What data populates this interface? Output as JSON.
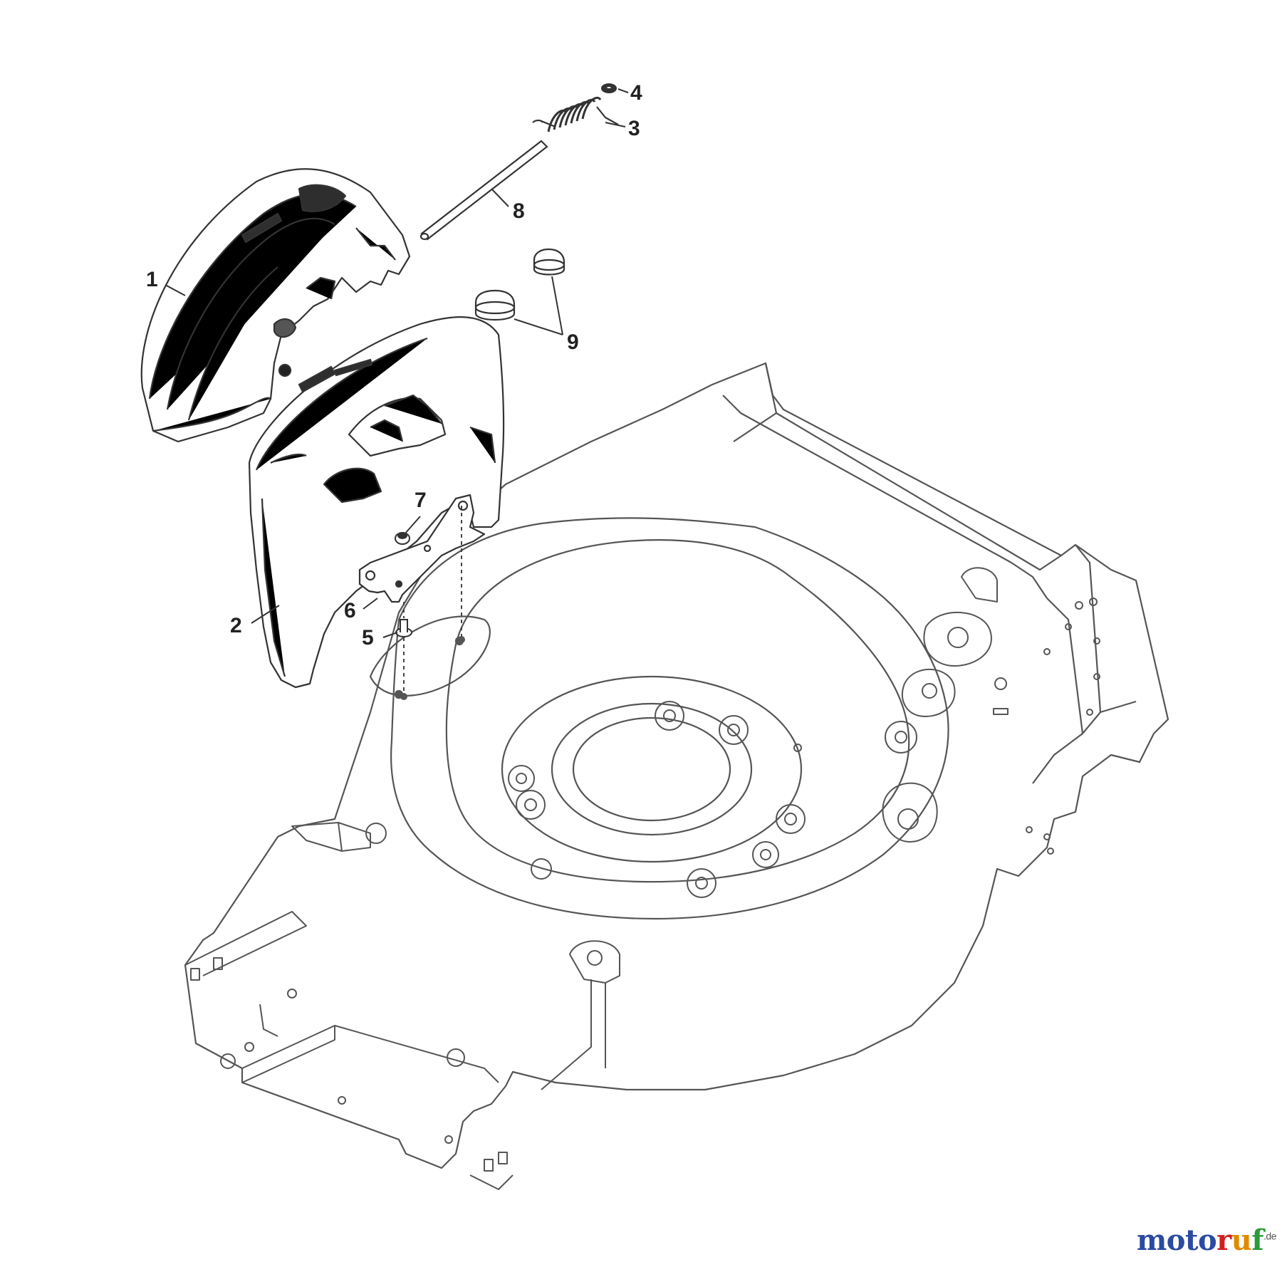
{
  "callouts": [
    {
      "id": "1",
      "label": "1"
    },
    {
      "id": "2",
      "label": "2"
    },
    {
      "id": "3",
      "label": "3"
    },
    {
      "id": "4",
      "label": "4"
    },
    {
      "id": "5",
      "label": "5"
    },
    {
      "id": "6",
      "label": "6"
    },
    {
      "id": "7",
      "label": "7"
    },
    {
      "id": "8",
      "label": "8"
    },
    {
      "id": "9",
      "label": "9"
    }
  ],
  "logo": {
    "letters": [
      "m",
      "o",
      "t",
      "o",
      "r",
      "u",
      "f"
    ],
    "suffix": ".de",
    "colors": [
      "#2b4aa0",
      "#2b4aa0",
      "#2b4aa0",
      "#2b4aa0",
      "#d02020",
      "#e08a00",
      "#2a9a3a"
    ]
  },
  "colors": {
    "line": "#3a3a3a",
    "part_fill": "#ffffff",
    "dark_fill": "#2e2e2e"
  }
}
